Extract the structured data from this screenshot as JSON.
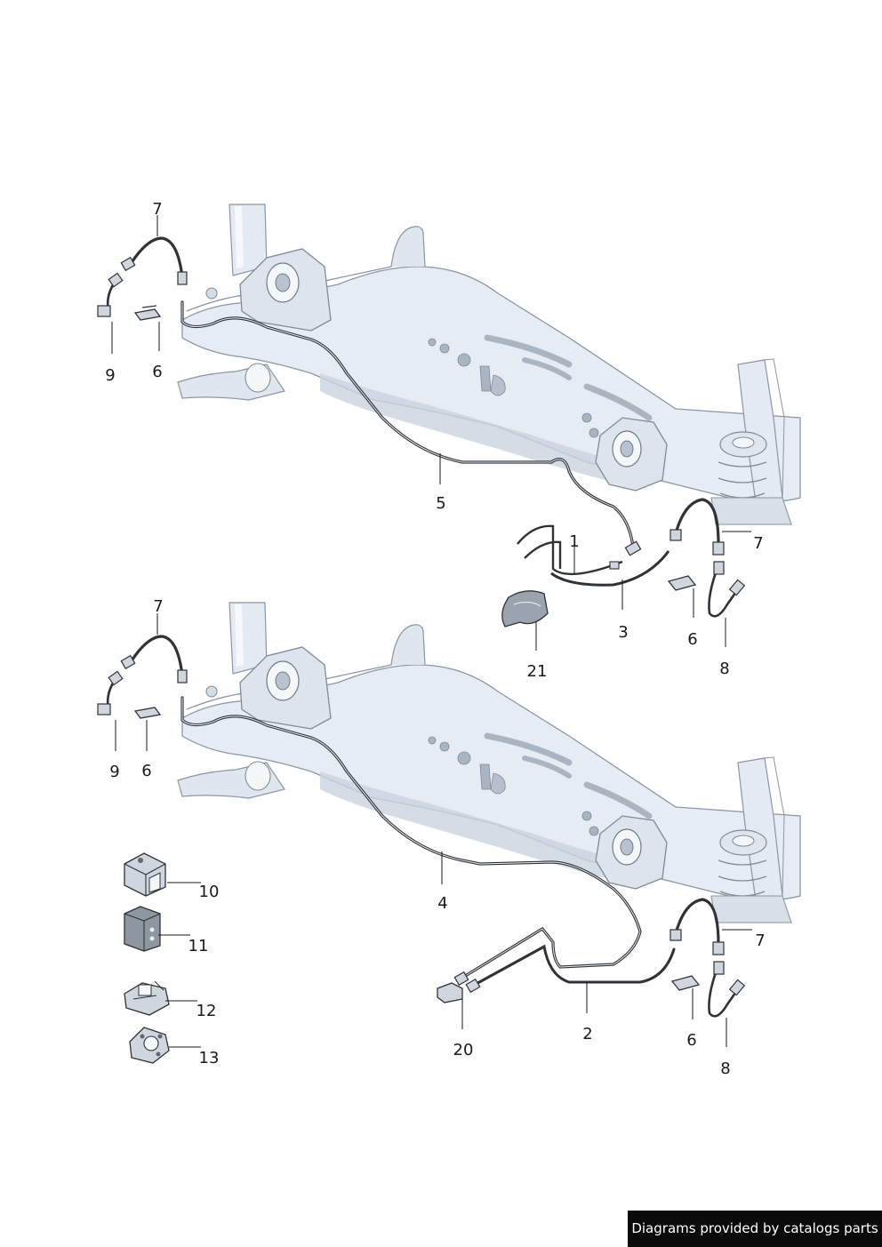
{
  "callouts": {
    "c7a": "7",
    "c9a": "9",
    "c6a": "6",
    "c5": "5",
    "c1": "1",
    "c7b": "7",
    "c3": "3",
    "c6b": "6",
    "c21": "21",
    "c8a": "8",
    "c7c": "7",
    "c9b": "9",
    "c6c": "6",
    "c10": "10",
    "c11": "11",
    "c12": "12",
    "c13": "13",
    "c4": "4",
    "c7d": "7",
    "c2": "2",
    "c6d": "6",
    "c20": "20",
    "c8b": "8"
  },
  "credit_text": "Diagrams provided by catalogs parts",
  "colors": {
    "frame_fill": "#e6ecf3",
    "frame_shade": "#c9d4e0",
    "frame_stroke": "#8a96a4",
    "pipe": "#2f3338",
    "part_fill": "#cfd6de",
    "part_dark": "#5f6871"
  }
}
